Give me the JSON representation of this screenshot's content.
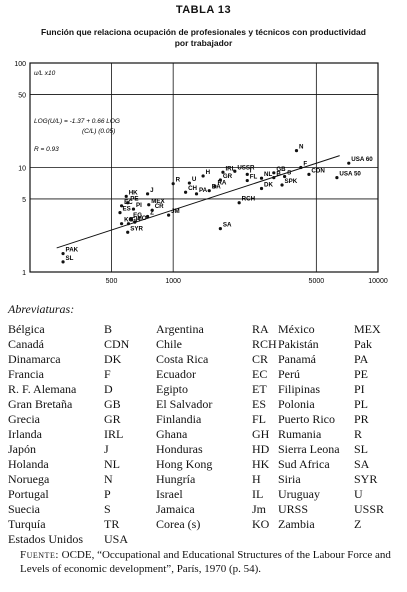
{
  "title": "TABLA 13",
  "subtitle_lines": [
    "Función que relaciona ocupación de profesionales y técnicos con productividad",
    "por trabajador"
  ],
  "chart_data": {
    "type": "scatter",
    "axis_label_y": "u/L x10",
    "x_scale": "log",
    "y_scale": "log",
    "xlim": [
      200,
      10000
    ],
    "ylim": [
      1,
      100
    ],
    "x_ticks": [
      {
        "value": 500,
        "label": "500"
      },
      {
        "value": 1000,
        "label": "1000"
      },
      {
        "value": 5000,
        "label": "5000"
      },
      {
        "value": 10000,
        "label": "10000"
      }
    ],
    "y_ticks": [
      {
        "value": 1,
        "label": "1"
      },
      {
        "value": 5,
        "label": "5"
      },
      {
        "value": 10,
        "label": "10"
      },
      {
        "value": 50,
        "label": "50"
      },
      {
        "value": 100,
        "label": "100"
      }
    ],
    "equation": "LOG(U/L) = -1.37 + 0.66 LOG",
    "equation_2": "(C/L) (0.05)",
    "r_label": "R = 0.93",
    "regression_line": {
      "x": [
        270,
        6500
      ],
      "y": [
        1.7,
        13
      ]
    },
    "points": [
      {
        "label": "PAK",
        "x": 290,
        "y": 1.5
      },
      {
        "label": "SL",
        "x": 290,
        "y": 1.25
      },
      {
        "label": "SYR",
        "x": 600,
        "y": 2.4
      },
      {
        "label": "KO",
        "x": 560,
        "y": 2.9
      },
      {
        "label": "GH",
        "x": 605,
        "y": 2.9
      },
      {
        "label": "HO",
        "x": 650,
        "y": 3.0
      },
      {
        "label": "EG",
        "x": 620,
        "y": 3.2
      },
      {
        "label": "ES",
        "x": 550,
        "y": 3.7
      },
      {
        "label": "Z",
        "x": 750,
        "y": 3.4
      },
      {
        "label": "CR",
        "x": 790,
        "y": 3.9
      },
      {
        "label": "JM",
        "x": 950,
        "y": 3.5
      },
      {
        "label": "EC",
        "x": 560,
        "y": 4.3
      },
      {
        "label": "PI",
        "x": 640,
        "y": 4.0
      },
      {
        "label": "PE",
        "x": 600,
        "y": 4.6
      },
      {
        "label": "MEX",
        "x": 760,
        "y": 4.4
      },
      {
        "label": "HK",
        "x": 590,
        "y": 5.3
      },
      {
        "label": "J",
        "x": 750,
        "y": 5.6
      },
      {
        "label": "R",
        "x": 1000,
        "y": 7.0
      },
      {
        "label": "U",
        "x": 1200,
        "y": 7.1
      },
      {
        "label": "CH",
        "x": 1150,
        "y": 5.8
      },
      {
        "label": "PA",
        "x": 1300,
        "y": 5.6
      },
      {
        "label": "BA",
        "x": 1500,
        "y": 6.0
      },
      {
        "label": "RA",
        "x": 1600,
        "y": 6.6
      },
      {
        "label": "GR",
        "x": 1700,
        "y": 7.6
      },
      {
        "label": "IRL",
        "x": 1750,
        "y": 9.0
      },
      {
        "label": "H",
        "x": 1400,
        "y": 8.3
      },
      {
        "label": "USSR",
        "x": 2000,
        "y": 9.2
      },
      {
        "label": "I",
        "x": 2300,
        "y": 8.6
      },
      {
        "label": "FL",
        "x": 2300,
        "y": 7.5
      },
      {
        "label": "NL",
        "x": 2700,
        "y": 7.9
      },
      {
        "label": "B",
        "x": 3100,
        "y": 8.0
      },
      {
        "label": "GB",
        "x": 3100,
        "y": 8.9
      },
      {
        "label": "DK",
        "x": 2700,
        "y": 6.3
      },
      {
        "label": "S",
        "x": 3500,
        "y": 8.2
      },
      {
        "label": "SPK",
        "x": 3400,
        "y": 6.8
      },
      {
        "label": "RCH",
        "x": 2100,
        "y": 4.6
      },
      {
        "label": "SA",
        "x": 1700,
        "y": 2.6
      },
      {
        "label": "N",
        "x": 4000,
        "y": 14.5
      },
      {
        "label": "F",
        "x": 4200,
        "y": 10.0
      },
      {
        "label": "CDN",
        "x": 4600,
        "y": 8.6
      },
      {
        "label": "USA 50",
        "x": 6300,
        "y": 8.0
      },
      {
        "label": "USA 60",
        "x": 7200,
        "y": 11.0
      }
    ]
  },
  "abbreviations_heading": "Abreviaturas:",
  "abbreviations": [
    [
      [
        "Bélgica",
        "B"
      ],
      [
        "Argentina",
        "RA"
      ],
      [
        "México",
        "MEX"
      ]
    ],
    [
      [
        "Canadá",
        "CDN"
      ],
      [
        "Chile",
        "RCH"
      ],
      [
        "Pakistán",
        "Pak"
      ]
    ],
    [
      [
        "Dinamarca",
        "DK"
      ],
      [
        "Costa Rica",
        "CR"
      ],
      [
        "Panamá",
        "PA"
      ]
    ],
    [
      [
        "Francia",
        "F"
      ],
      [
        "Ecuador",
        "EC"
      ],
      [
        "Perú",
        "PE"
      ]
    ],
    [
      [
        "R. F. Alemana",
        "D"
      ],
      [
        "Egipto",
        "ET"
      ],
      [
        "Filipinas",
        "PI"
      ]
    ],
    [
      [
        "Gran Bretaña",
        "GB"
      ],
      [
        "El Salvador",
        "ES"
      ],
      [
        "Polonia",
        "PL"
      ]
    ],
    [
      [
        "Grecia",
        "GR"
      ],
      [
        "Finlandia",
        "FL"
      ],
      [
        "Puerto Rico",
        "PR"
      ]
    ],
    [
      [
        "Irlanda",
        "IRL"
      ],
      [
        "Ghana",
        "GH"
      ],
      [
        "Rumania",
        "R"
      ]
    ],
    [
      [
        "Japón",
        "J"
      ],
      [
        "Honduras",
        "HD"
      ],
      [
        "Sierra Leona",
        "SL"
      ]
    ],
    [
      [
        "Holanda",
        "NL"
      ],
      [
        "Hong Kong",
        "HK"
      ],
      [
        "Sud Africa",
        "SA"
      ]
    ],
    [
      [
        "Noruega",
        "N"
      ],
      [
        "Hungría",
        "H"
      ],
      [
        "Siria",
        "SYR"
      ]
    ],
    [
      [
        "Portugal",
        "P"
      ],
      [
        "Israel",
        "IL"
      ],
      [
        "Uruguay",
        "U"
      ]
    ],
    [
      [
        "Suecia",
        "S"
      ],
      [
        "Jamaica",
        "Jm"
      ],
      [
        "URSS",
        "USSR"
      ]
    ],
    [
      [
        "Turquía",
        "TR"
      ],
      [
        "Corea (s)",
        "KO"
      ],
      [
        "Zambia",
        "Z"
      ]
    ],
    [
      [
        "Estados Unidos",
        "USA"
      ]
    ]
  ],
  "source_label": "Fuente:",
  "source_text": "OCDE, “Occupational and Educational Structures of the Labour Force and Levels of economic development”, París, 1970 (p. 54)."
}
